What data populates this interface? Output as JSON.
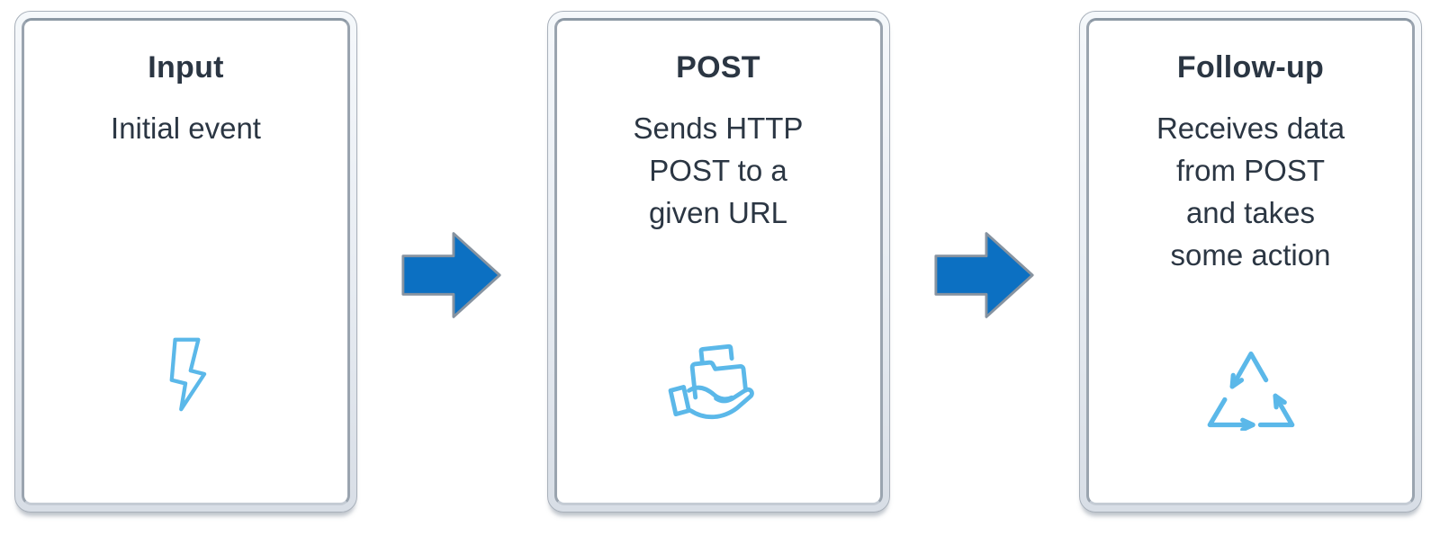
{
  "diagram": {
    "type": "flow",
    "direction": "left-to-right",
    "steps": [
      {
        "title": "Input",
        "description_lines": [
          "Initial event"
        ],
        "icon": "lightning-bolt-icon"
      },
      {
        "title": "POST",
        "description_lines": [
          "Sends HTTP",
          "POST to a",
          "given URL"
        ],
        "icon": "hand-holding-folder-icon"
      },
      {
        "title": "Follow-up",
        "description_lines": [
          "Receives data",
          "from POST",
          "and takes",
          "some action"
        ],
        "icon": "recycle-arrows-icon"
      }
    ],
    "connectors": [
      {
        "type": "block-arrow-right"
      },
      {
        "type": "block-arrow-right"
      }
    ],
    "colors": {
      "text": "#2B3643",
      "icon_blue": "#5BB8E9",
      "arrow_fill": "#0C70C2",
      "arrow_stroke": "#8793A0",
      "card_border_outer": "#A8B0BA",
      "card_frame_light": "#E9EDF3",
      "card_border_inner": "#8C98A4"
    }
  }
}
